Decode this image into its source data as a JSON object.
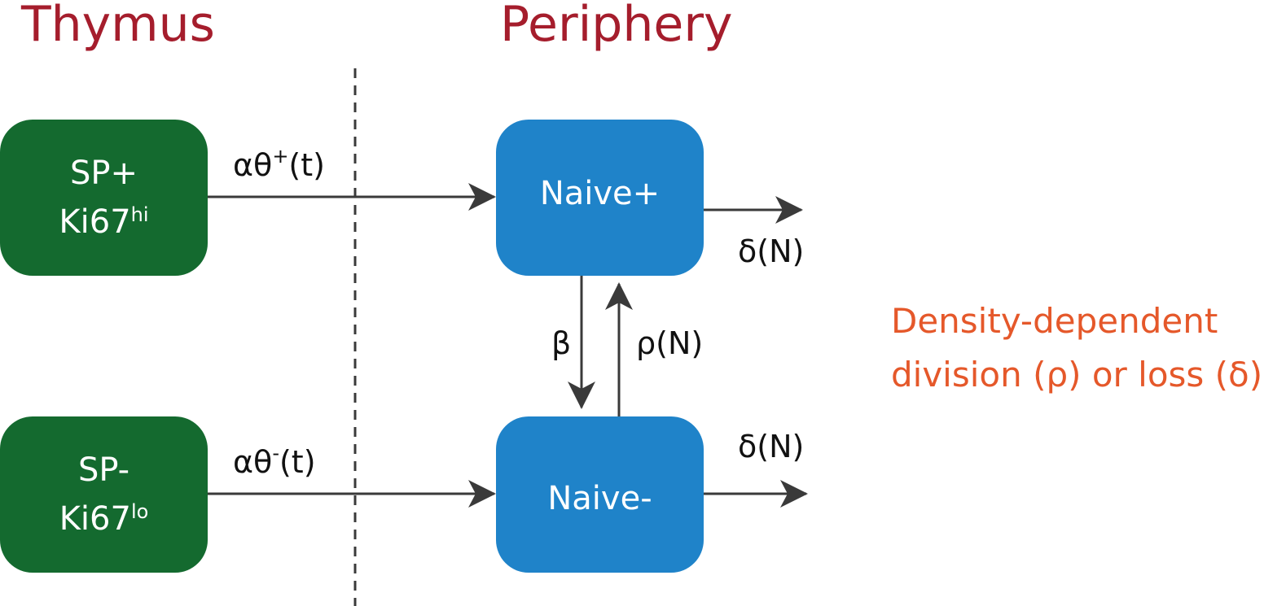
{
  "headings": {
    "left": "Thymus",
    "right": "Periphery"
  },
  "nodes": {
    "sp_plus": {
      "line1": "SP+",
      "line2_base": "Ki67",
      "line2_sup": "hi"
    },
    "sp_minus": {
      "line1": "SP-",
      "line2_base": "Ki67",
      "line2_sup": "lo"
    },
    "naive_plus": {
      "label": "Naive+"
    },
    "naive_minus": {
      "label": "Naive-"
    }
  },
  "edges": {
    "thymic_export_plus": {
      "base": "αθ",
      "sup": "+",
      "tail": "(t)"
    },
    "thymic_export_minus": {
      "base": "αθ",
      "sup": "-",
      "tail": "(t)"
    },
    "loss_plus": "δ(N)",
    "loss_minus": "δ(N)",
    "plus_to_minus": "β",
    "minus_to_plus": "ρ(N)"
  },
  "note": {
    "line1": "Density-dependent",
    "line2": "division (ρ) or loss (δ)"
  },
  "colors": {
    "thymus_node": "#146a2f",
    "naive_node": "#1f83c9",
    "heading": "#a51d2c",
    "note": "#e5582a",
    "arrow": "#3a3a3a"
  }
}
